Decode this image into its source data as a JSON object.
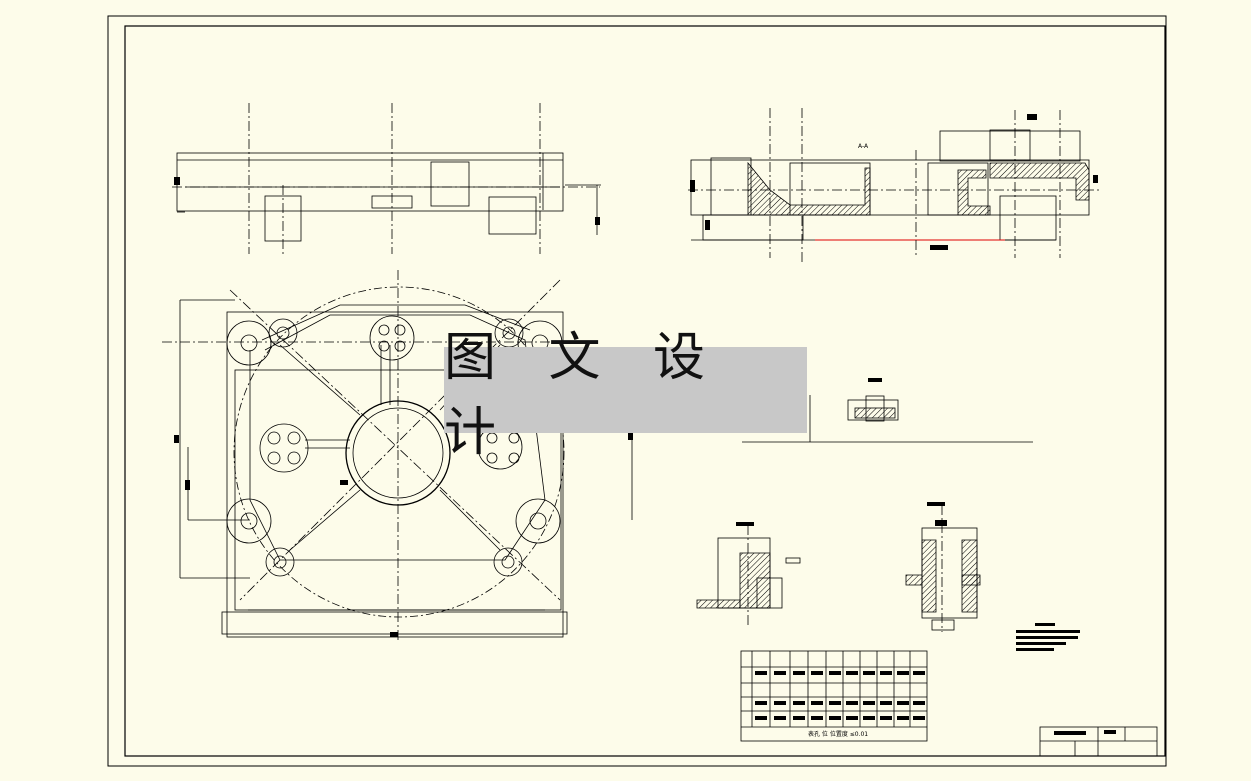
{
  "watermark": {
    "text": "图 文 设 计"
  },
  "section_label": "A-A",
  "table_caption": "表孔 位 位置度 ≤0.01",
  "colors": {
    "paper": "#fdfcea",
    "line": "#000000",
    "watermark_bg": "#c8c8c8",
    "accent_line": "#e00000"
  }
}
